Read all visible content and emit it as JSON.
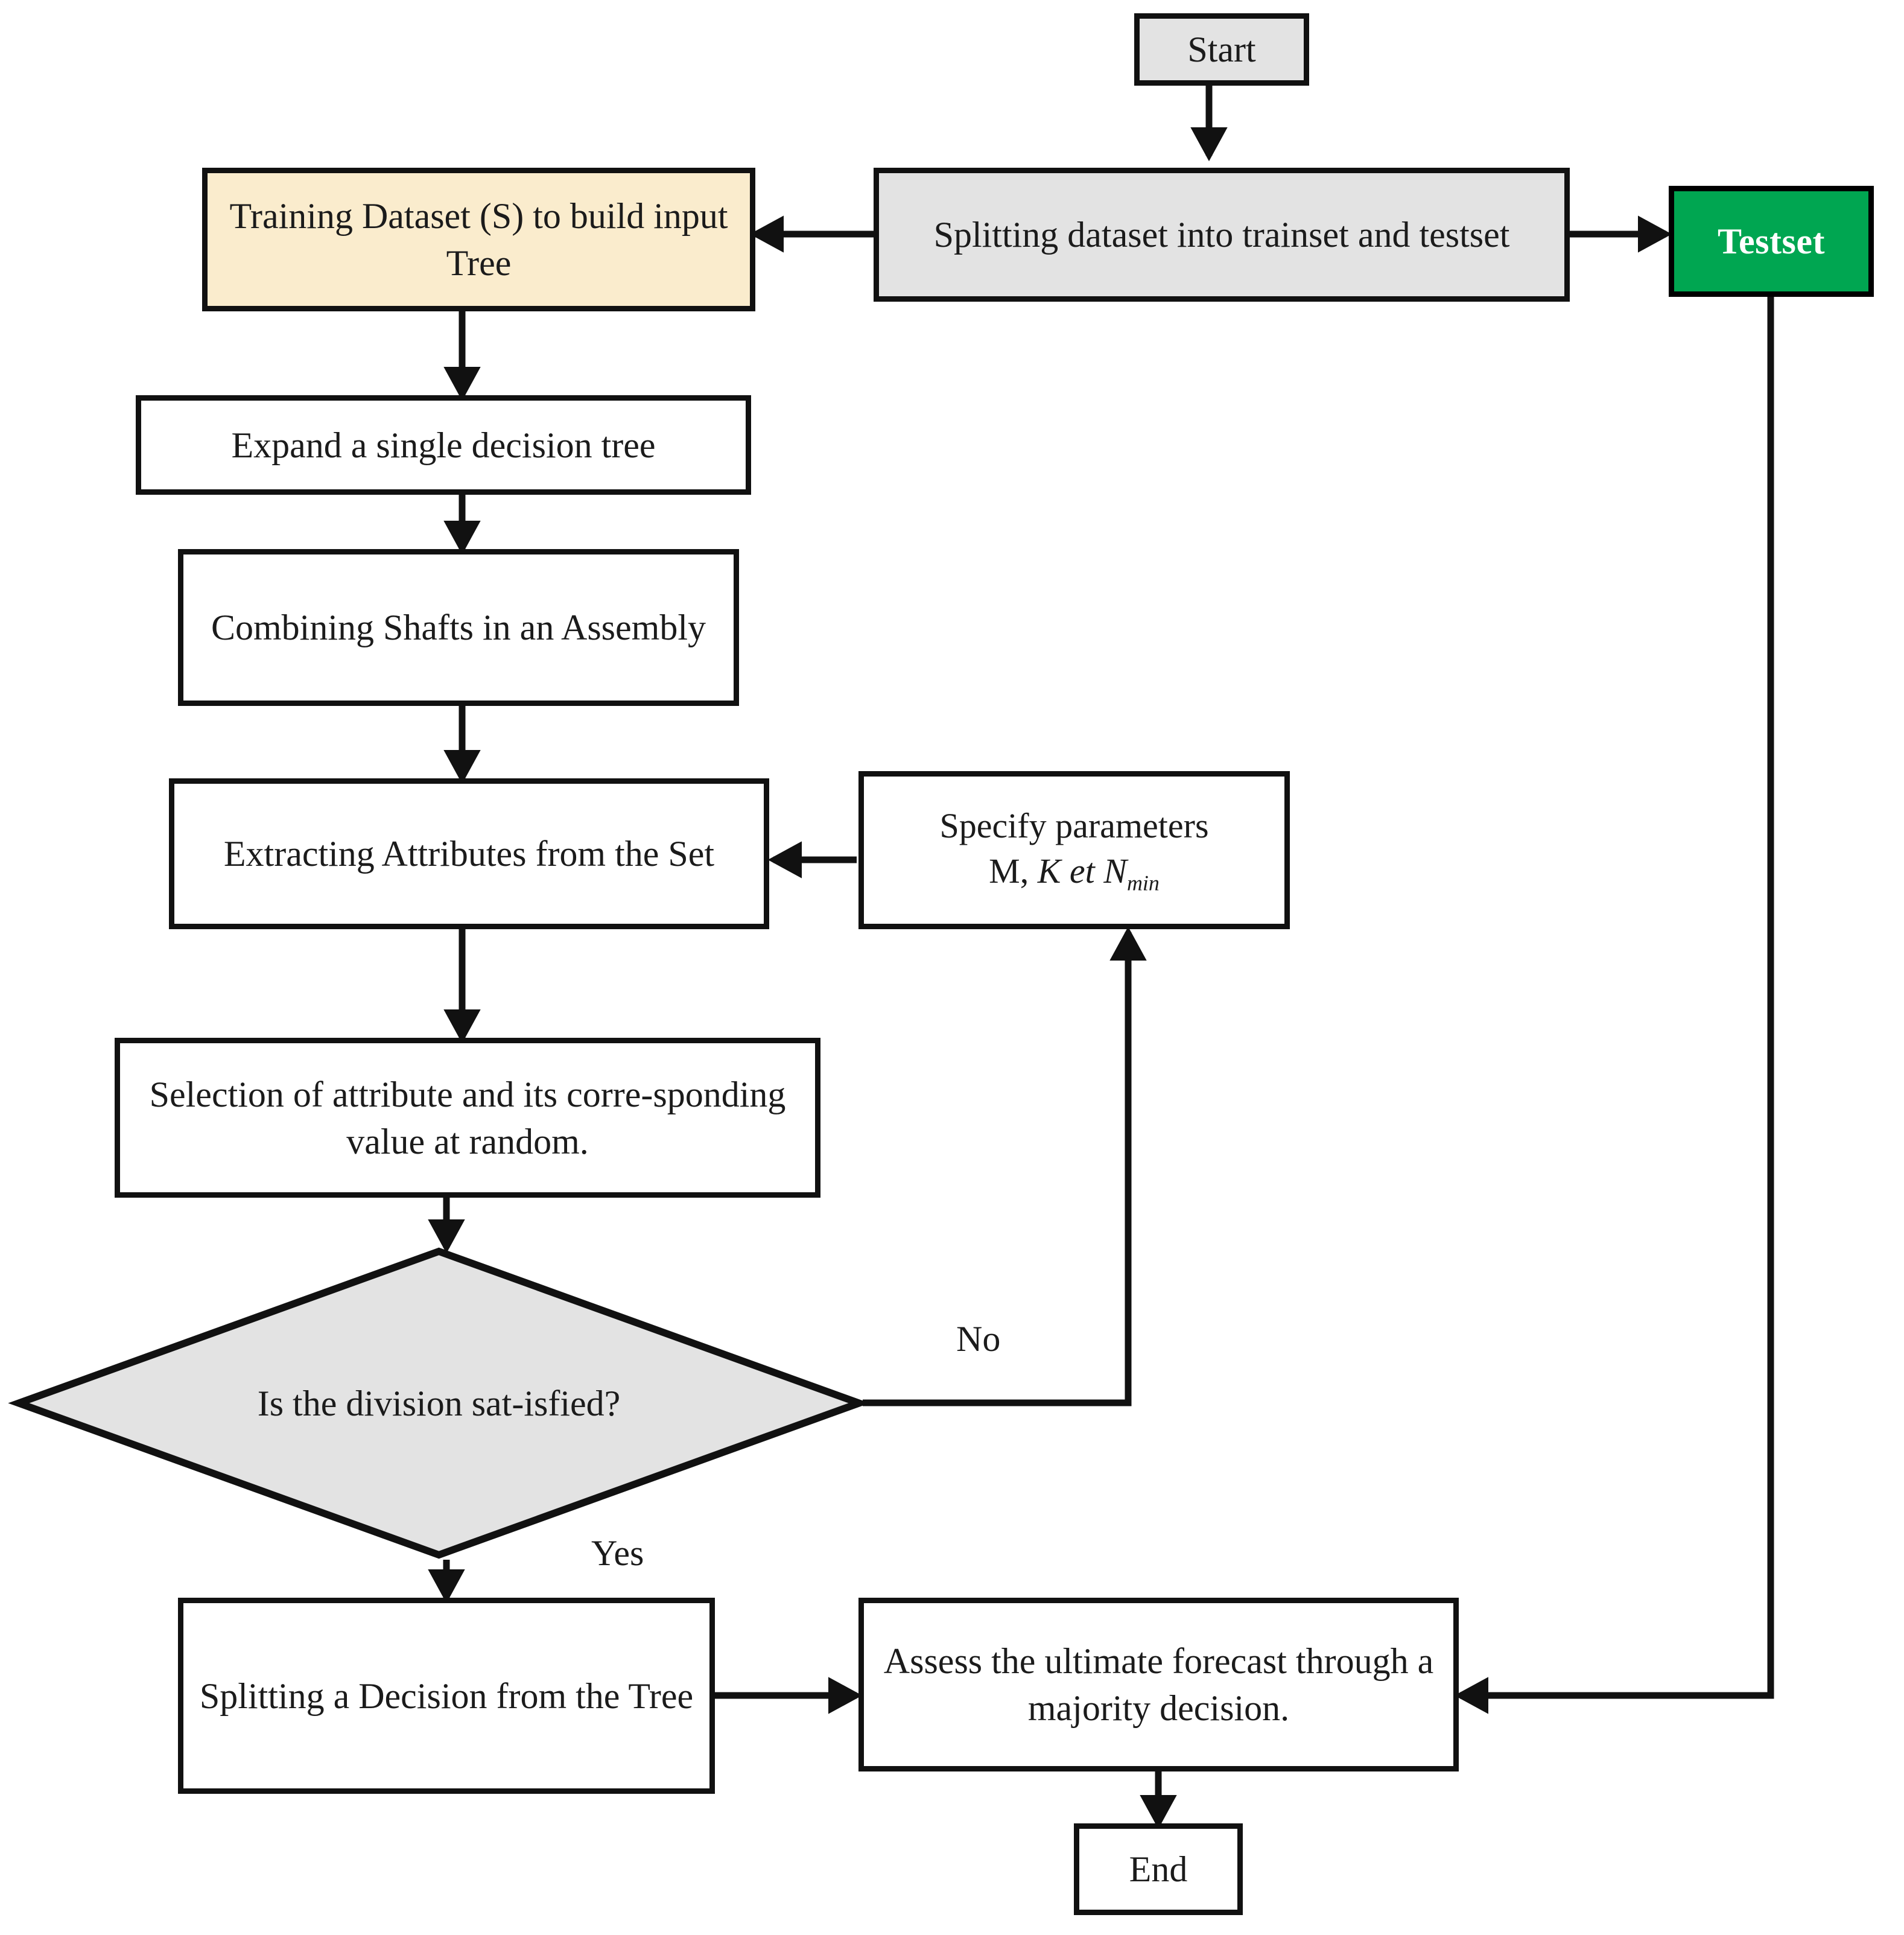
{
  "diagram": {
    "title": "Random Forest training and prediction flowchart",
    "colors": {
      "start_fill": "#e3e3e3",
      "split_fill": "#e3e3e3",
      "training_fill": "#faeccd",
      "testset_fill": "#00a651",
      "testset_text": "#ffffff",
      "decision_fill": "#e3e3e3",
      "default_fill": "#ffffff",
      "stroke": "#111111"
    },
    "nodes": {
      "start": {
        "label": "Start",
        "shape": "rectangle"
      },
      "split": {
        "label": "Splitting dataset into trainset and testset",
        "shape": "rectangle"
      },
      "testset": {
        "label": "Testset",
        "shape": "rectangle"
      },
      "training": {
        "label": "Training Dataset (S) to build input Tree",
        "shape": "rectangle"
      },
      "expand": {
        "label": "Expand a single decision tree",
        "shape": "rectangle"
      },
      "combine": {
        "label": "Combining Shafts in an Assembly",
        "shape": "rectangle"
      },
      "extract": {
        "label": "Extracting Attributes from the Set",
        "shape": "rectangle"
      },
      "params": {
        "label_line1": "Specify parameters",
        "label_line2_plain": "M,",
        "label_line2_italic_k": "K et",
        "label_line2_italic_n": "N",
        "label_line2_sub": "min",
        "shape": "rectangle"
      },
      "selection": {
        "label": "Selection of attribute and its corre-sponding value at random.",
        "shape": "rectangle"
      },
      "decision": {
        "label": "Is the division sat-isfied?",
        "shape": "diamond"
      },
      "split_decision": {
        "label": "Splitting a Decision from the Tree",
        "shape": "rectangle"
      },
      "assess": {
        "label": "Assess the ultimate forecast through a majority decision.",
        "shape": "rectangle"
      },
      "end": {
        "label": "End",
        "shape": "rectangle"
      }
    },
    "edge_labels": {
      "no": "No",
      "yes": "Yes"
    }
  }
}
